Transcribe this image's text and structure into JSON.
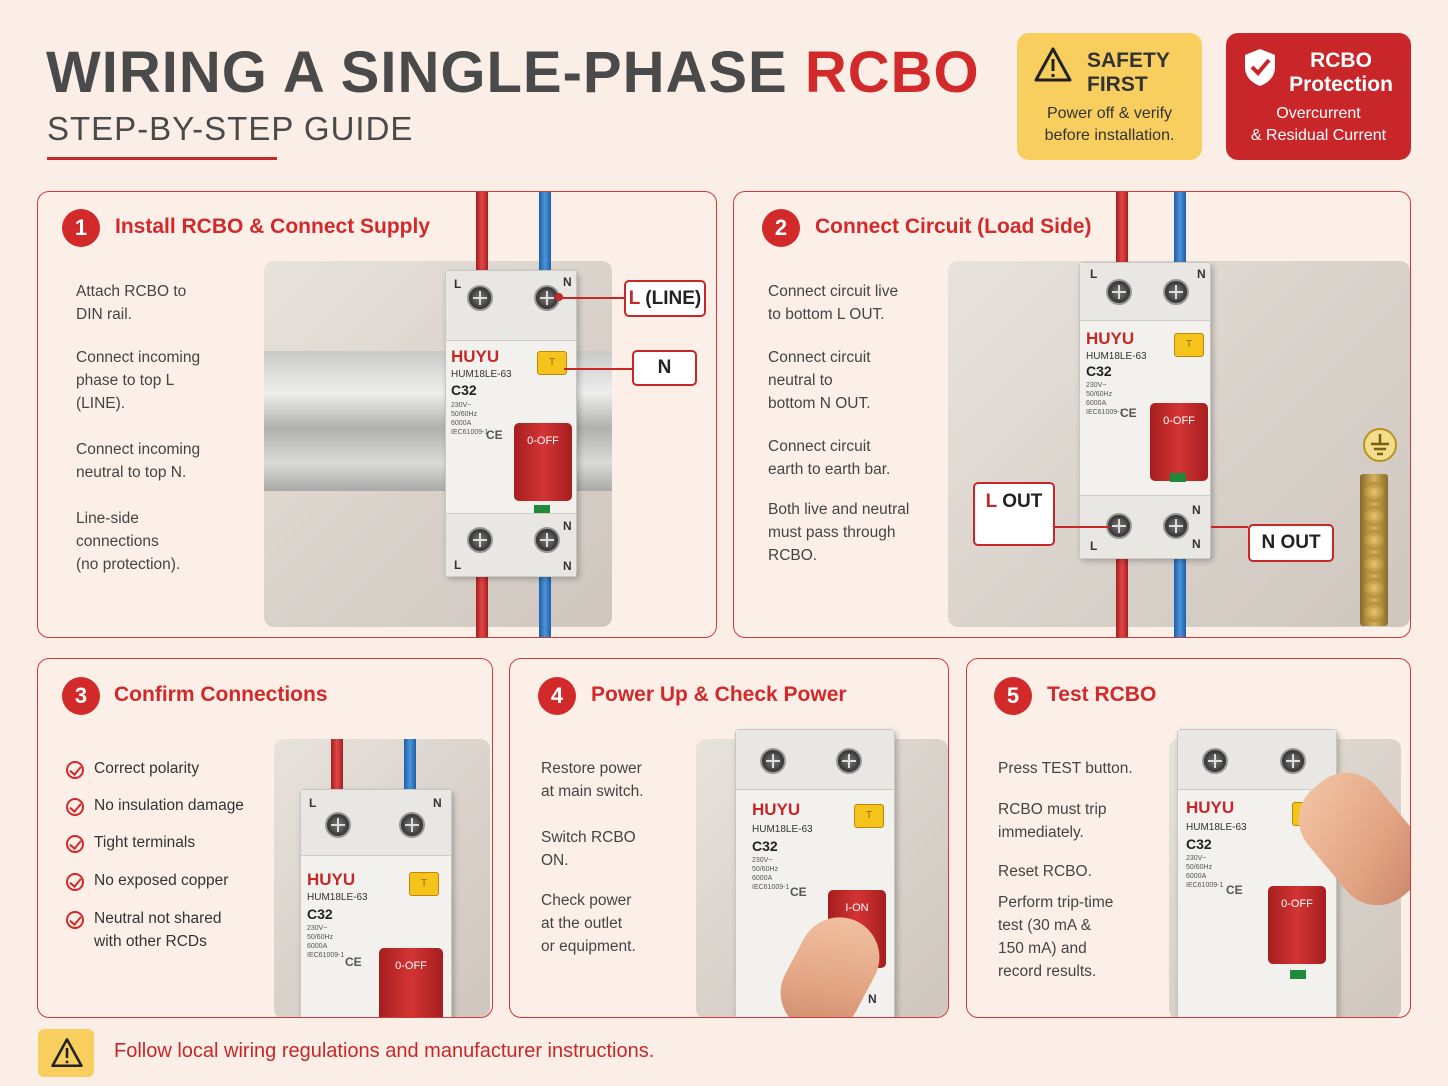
{
  "header": {
    "title_part1": "WIRING A SINGLE-PHASE ",
    "title_part2": "RCBO",
    "subtitle": "STEP-BY-STEP GUIDE"
  },
  "badges": {
    "safety": {
      "title_line1": "SAFETY",
      "title_line2": "FIRST",
      "text_line1": "Power off & verify",
      "text_line2": "before installation.",
      "icon": "warning-triangle-icon",
      "color": "#f8cf5f"
    },
    "rcbo": {
      "title_line1": "RCBO",
      "title_line2": "Protection",
      "text_line1": "Overcurrent",
      "text_line2": "& Residual Current",
      "icon": "shield-check-icon",
      "color": "#c9262a"
    }
  },
  "breaker": {
    "brand": "HUYU",
    "model": "HUM18LE-63",
    "rating": "C32",
    "spec_lines": [
      "230V~",
      "50/60Hz",
      "6000A",
      "IEC61009-1"
    ],
    "ce": "CE",
    "test_button": "T",
    "lever_off": "0-OFF",
    "lever_on": "I-ON",
    "terminal_l": "L",
    "terminal_n": "N"
  },
  "steps": [
    {
      "number": "1",
      "title": "Install RCBO & Connect Supply",
      "lines": [
        "Attach RCBO to",
        "DIN rail.",
        "Connect incoming",
        "phase to top L",
        "(LINE).",
        "Connect incoming",
        "neutral to top N.",
        "Line-side",
        "connections",
        "(no protection)."
      ],
      "callouts": {
        "line_prefix": "L",
        "line_suffix": " (LINE)",
        "neutral": "N"
      }
    },
    {
      "number": "2",
      "title": "Connect Circuit (Load Side)",
      "lines": [
        "Connect circuit live",
        "to bottom L OUT.",
        "Connect circuit",
        "neutral to",
        "bottom N OUT.",
        "Connect circuit",
        "earth to earth bar.",
        "Both live and neutral",
        "must pass through",
        "RCBO."
      ],
      "callouts": {
        "l_out_prefix": "L",
        "l_out_suffix": " OUT",
        "n_out": "N OUT"
      }
    },
    {
      "number": "3",
      "title": "Confirm Connections",
      "checks": [
        "Correct polarity",
        "No insulation damage",
        "Tight terminals",
        "No exposed copper",
        "Neutral not shared",
        "with other RCDs"
      ]
    },
    {
      "number": "4",
      "title": "Power Up & Check Power",
      "lines": [
        "Restore power",
        "at main switch.",
        "Switch RCBO",
        "ON.",
        "Check power",
        "at the outlet",
        "or equipment."
      ]
    },
    {
      "number": "5",
      "title": "Test RCBO",
      "lines": [
        "Press TEST button.",
        "RCBO must trip",
        "immediately.",
        "Reset RCBO.",
        "Perform trip-time",
        "test (30 mA &",
        "150 mA) and",
        "record results."
      ]
    }
  ],
  "footer": {
    "text": "Follow local wiring regulations and manufacturer instructions.",
    "icon": "warning-triangle-icon"
  },
  "colors": {
    "accent": "#d22a2a",
    "background": "#fbeee6",
    "live_wire": "#d83a3a",
    "neutral_wire": "#3b86cf",
    "earth_bar": "#c9a24a"
  }
}
